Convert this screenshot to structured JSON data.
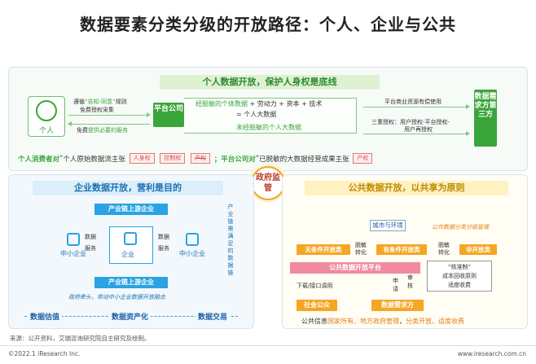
{
  "title": "数据要素分类分级的开放路径：个人、企业与公共",
  "top": {
    "banner": "个人数据开放，保护人身权是底线",
    "person_label": "个人",
    "consent_line1_a": "遵循",
    "consent_line1_b": "“告知-同意”",
    "consent_line1_c": "规则",
    "consent_line2": "免费授权采集",
    "service_a": "免费",
    "service_b": "提供必要的服务",
    "platform": "平台公司",
    "row1_a": "经脱敏的个体数据",
    "row1_b": " + 劳动力 + 资本 + 技术",
    "row2": "= 个人大数据",
    "row3": "未经脱敏的个人大数据",
    "market": "平台商业资源有偿使用",
    "auth_line1": "三重授权：用户授权-平台授权-",
    "auth_line2": "用户再授权",
    "third_party": "数据需求方第三方",
    "rights": {
      "consumer": "个人消费者对",
      "q1": "“",
      "data_owner": "个人原始数据流主张",
      "tags": [
        "人身权",
        "控制权",
        "产权"
      ],
      "platform_claim": "；平台公司对",
      "platform_data": "已脱敏的大数据经营成果主张",
      "tag_right": "产权"
    }
  },
  "gov": "政府监管",
  "enterprise": {
    "banner": "企业数据开放，营利是目的",
    "upstream": "产业链上游企业",
    "downstream": "产业链上游企业",
    "center": "企业",
    "left_small": "中小企业",
    "right_small": "中小企业",
    "data_l": "数据",
    "service_l": "服务",
    "data_r": "数据",
    "service_r": "服务",
    "vertical": "产业链需满足的数据链",
    "guide": "政府牵头，带动中小企业数据开放融合",
    "pills": [
      "数据估值",
      "数据资产化",
      "数据交易"
    ]
  },
  "public": {
    "banner": "公共数据开放，以共享为原则",
    "city": "城市与环境",
    "classify": "公共数据分类分级管理",
    "open_free": "无条件开放类",
    "open_cond": "有条件开放类",
    "not_open": "非开放类",
    "desens_a": "脱敏",
    "desens_b": "转化",
    "desens2_a": "脱敏",
    "desens2_b": "转化",
    "platform": "公共数据开放平台",
    "download": "下载/接口调用",
    "apply_a": "申",
    "apply_b": "请",
    "review_a": "审",
    "review_b": "核",
    "norm_1": "“核准制”",
    "norm_2": "成本回收原则",
    "norm_3": "适度收费",
    "social": "社会公众",
    "demand": "数据需求方",
    "footer_a": "公共信息",
    "footer_b": "国家所有、地方政府管理",
    "footer_c": "，",
    "footer_d": "分类开放、适度收费"
  },
  "source": "来源：公开资料，艾瑞咨询研究院自主研究及绘制。",
  "copyright": "©2022.1 iResearch Inc.",
  "website": "www.iresearch.com.cn",
  "colors": {
    "green": "#3aa53a",
    "blue": "#29a3e3",
    "orange": "#f5a623",
    "pink": "#f18aa0",
    "red": "#d9534f"
  }
}
